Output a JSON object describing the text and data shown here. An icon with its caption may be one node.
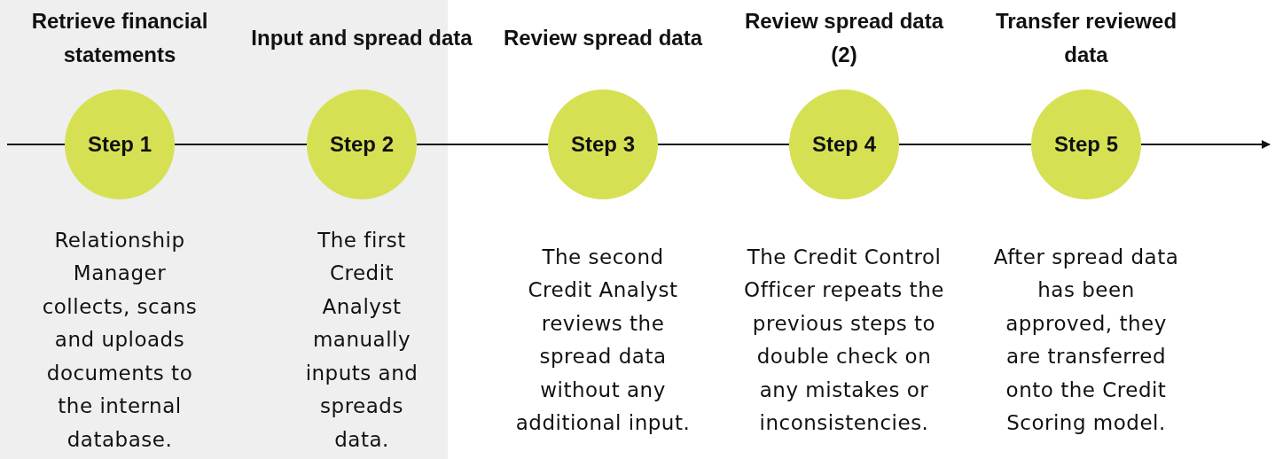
{
  "diagram": {
    "nodes": [
      {
        "text": [
          "Retrieve financial statements",
          "Step 1"
        ],
        "beside": [
          "Relationship Manager collects, scans and uploads documents to the internal database."
        ]
      },
      {
        "text": [
          "Input and spread data",
          "Step 2"
        ],
        "beside": [
          "The first Credit Analyst manually inputs and spreads data."
        ]
      },
      {
        "text": [
          "Review spread data",
          "Step 3"
        ],
        "beside": [
          "The second Credit Analyst reviews the spread data without any additional input."
        ]
      },
      {
        "text": [
          "Review spread data (2)",
          "Step 4"
        ],
        "beside": [
          "The Credit Control Officer repeats the previous steps to double check on any mistakes or inconsistencies."
        ]
      },
      {
        "text": [
          "Transfer reviewed data",
          "Step 5"
        ],
        "beside": [
          "After spread data has been approved, they are transferred onto the Credit Scoring model."
        ]
      }
    ],
    "edges": [
      {
        "from": null,
        "to": 0,
        "arrow": "none"
      },
      {
        "from": 0,
        "to": 1,
        "arrow": "none"
      },
      {
        "from": 1,
        "to": 2,
        "arrow": "none"
      },
      {
        "from": 2,
        "to": 3,
        "arrow": "none"
      },
      {
        "from": 3,
        "to": 4,
        "arrow": "none"
      },
      {
        "from": 4,
        "to": null,
        "arrow": "to"
      }
    ]
  }
}
